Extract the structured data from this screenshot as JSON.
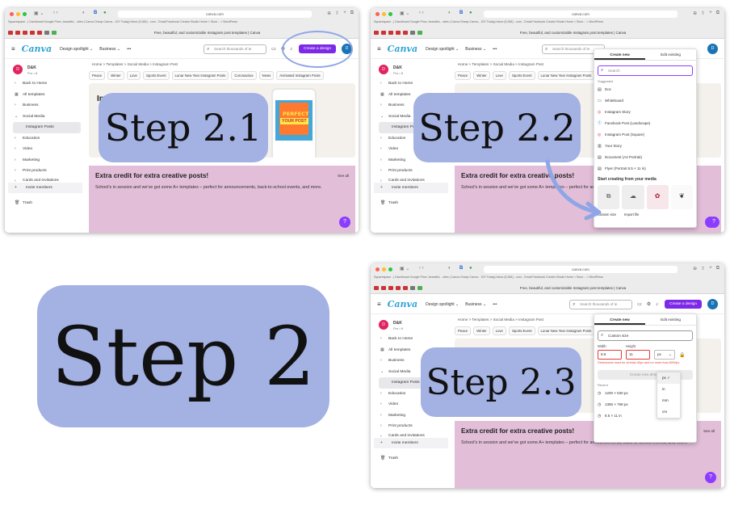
{
  "steps": {
    "step_main": "Step 2",
    "step_1": "Step 2.1",
    "step_2": "Step 2.2",
    "step_3": "Step 2.3"
  },
  "browser": {
    "url": "canva.com",
    "active_tab_title": "Free, beautiful, and customizable Instagram post templates | Canva",
    "bookmarks": "Squarespace - | Dashboard   Google   Price, beautiful... sites | Canva   Cheap Canva... DIY Today)   Inbox (5,384) - com - Gmail   Facebook   Creator Studio   Home < Slum... < WordPress"
  },
  "canva": {
    "logo": "Canva",
    "nav": [
      "Design spotlight ⌄",
      "Business ⌄",
      "•••"
    ],
    "search_placeholder": "Search thousands of te",
    "create_button": "Create a design",
    "avatar_initial": "D",
    "user": {
      "initial": "D",
      "name": "D&K",
      "plan": "Pro • 8"
    },
    "sidebar": {
      "back_home": "Back to Home",
      "all_templates": "All templates",
      "business": "Business",
      "social_media": "Social Media",
      "instagram_posts": "Instagram Posts",
      "education": "Education",
      "video": "Video",
      "marketing": "Marketing",
      "print_products": "Print products",
      "cards": "Cards and invitations",
      "invite_members": "Invite members",
      "trash": "Trash"
    },
    "breadcrumb": "Home  >  Templates  >  Social Media  >  Instagram Post",
    "chips": [
      "Peace",
      "Winter",
      "Love",
      "Sports Event",
      "Lunar New Year Instagram Posts",
      "Coronavirus",
      "News",
      "Animated Instagram Posts"
    ],
    "hero_partial_text": "In",
    "poster_line1": "PERFECT",
    "poster_line2": "YOUR POST",
    "banner_title": "Extra credit for extra creative posts!",
    "banner_see_all": "See all",
    "banner_text": "School's in session and we've got some A+ templates – perfect for announcements, back-to-school events, and more.",
    "help": "?"
  },
  "panel_create": {
    "tab_create": "Create new",
    "tab_edit": "Edit existing",
    "search_placeholder": "Search",
    "suggested_label": "Suggested",
    "items": [
      {
        "icon": "doc-icon",
        "glyph": "▤",
        "label": "Doc"
      },
      {
        "icon": "whiteboard-icon",
        "glyph": "▭",
        "label": "Whiteboard"
      },
      {
        "icon": "instagram-icon",
        "glyph": "◎",
        "label": "Instagram Story"
      },
      {
        "icon": "facebook-icon",
        "glyph": "ⓕ",
        "label": "Facebook Post (Landscape)"
      },
      {
        "icon": "instagram-icon",
        "glyph": "◎",
        "label": "Instagram Post (Square)"
      },
      {
        "icon": "story-icon",
        "glyph": "▥",
        "label": "Your Story"
      },
      {
        "icon": "document-icon",
        "glyph": "▤",
        "label": "Document (A4 Portrait)"
      },
      {
        "icon": "flyer-icon",
        "glyph": "▤",
        "label": "Flyer (Portrait 8.5 × 11 in)"
      }
    ],
    "media_heading": "Start creating from your media",
    "custom_size": "Custom size",
    "import_file": "Import file"
  },
  "panel_custom": {
    "tab_create": "Create new",
    "tab_edit": "Edit existing",
    "search_value": "Custom size",
    "width_label": "Width",
    "height_label": "Height",
    "width_value": "8.5",
    "height_value": "11",
    "unit_value": "px",
    "error_text": "Dimensions must be at least 40px and no more than 8000px.",
    "new_design_button": "Create new design",
    "recent_label": "Recent",
    "recent": [
      "1200 × 630 px",
      "1366 × 768 px",
      "8.5 × 11 in"
    ],
    "units": [
      "px",
      "in",
      "mm",
      "cm"
    ]
  },
  "colors": {
    "bubble": "#a3b1e3",
    "banner": "#e2bed8",
    "brand_purple": "#7d2ae8",
    "canva_blue": "#2ea3d5",
    "highlight_ring": "#8fa6e6"
  }
}
